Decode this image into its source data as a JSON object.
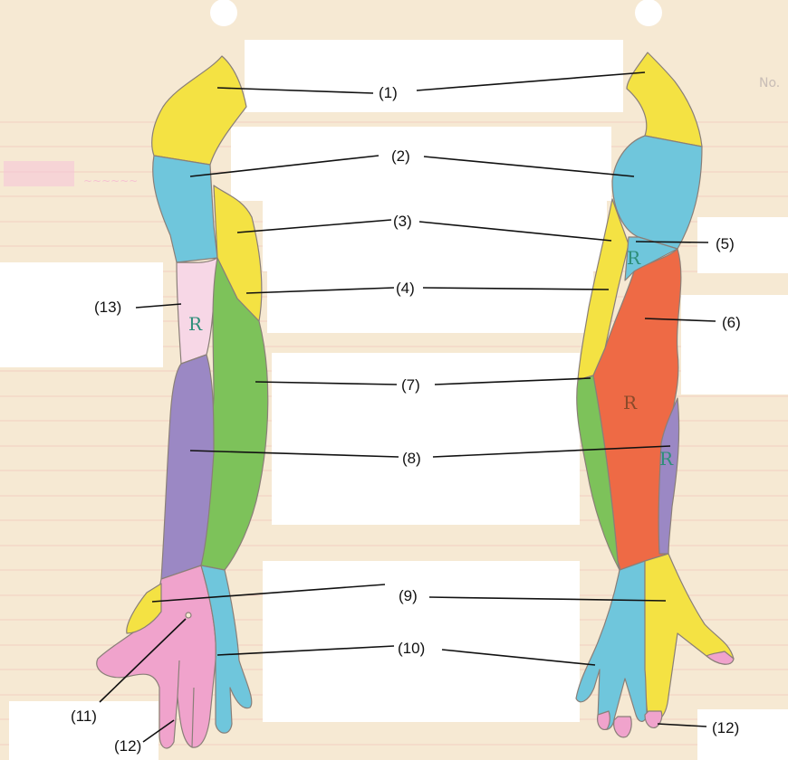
{
  "labels": [
    {
      "id": "1",
      "text": "(1)"
    },
    {
      "id": "2",
      "text": "(2)"
    },
    {
      "id": "3",
      "text": "(3)"
    },
    {
      "id": "4",
      "text": "(4)"
    },
    {
      "id": "5",
      "text": "(5)"
    },
    {
      "id": "6",
      "text": "(6)"
    },
    {
      "id": "7",
      "text": "(7)"
    },
    {
      "id": "8",
      "text": "(8)"
    },
    {
      "id": "9",
      "text": "(9)"
    },
    {
      "id": "10",
      "text": "(10)"
    },
    {
      "id": "11",
      "text": "(11)"
    },
    {
      "id": "12",
      "text": "(12)"
    },
    {
      "id": "13",
      "text": "(13)"
    }
  ],
  "region_marks": {
    "r_front": "R",
    "r_back_large": "R",
    "r_back_small": "R",
    "r_back_tiny": "R"
  },
  "sheet_number": "No.",
  "colors": {
    "yellow": "#f4e243",
    "blue": "#6fc6dc",
    "pink": "#f0a3cc",
    "green": "#7dc25a",
    "purple": "#9b88c4",
    "red": "#ee6a45",
    "paper": "#f6e9d3",
    "rule": "#f1cfc0"
  }
}
